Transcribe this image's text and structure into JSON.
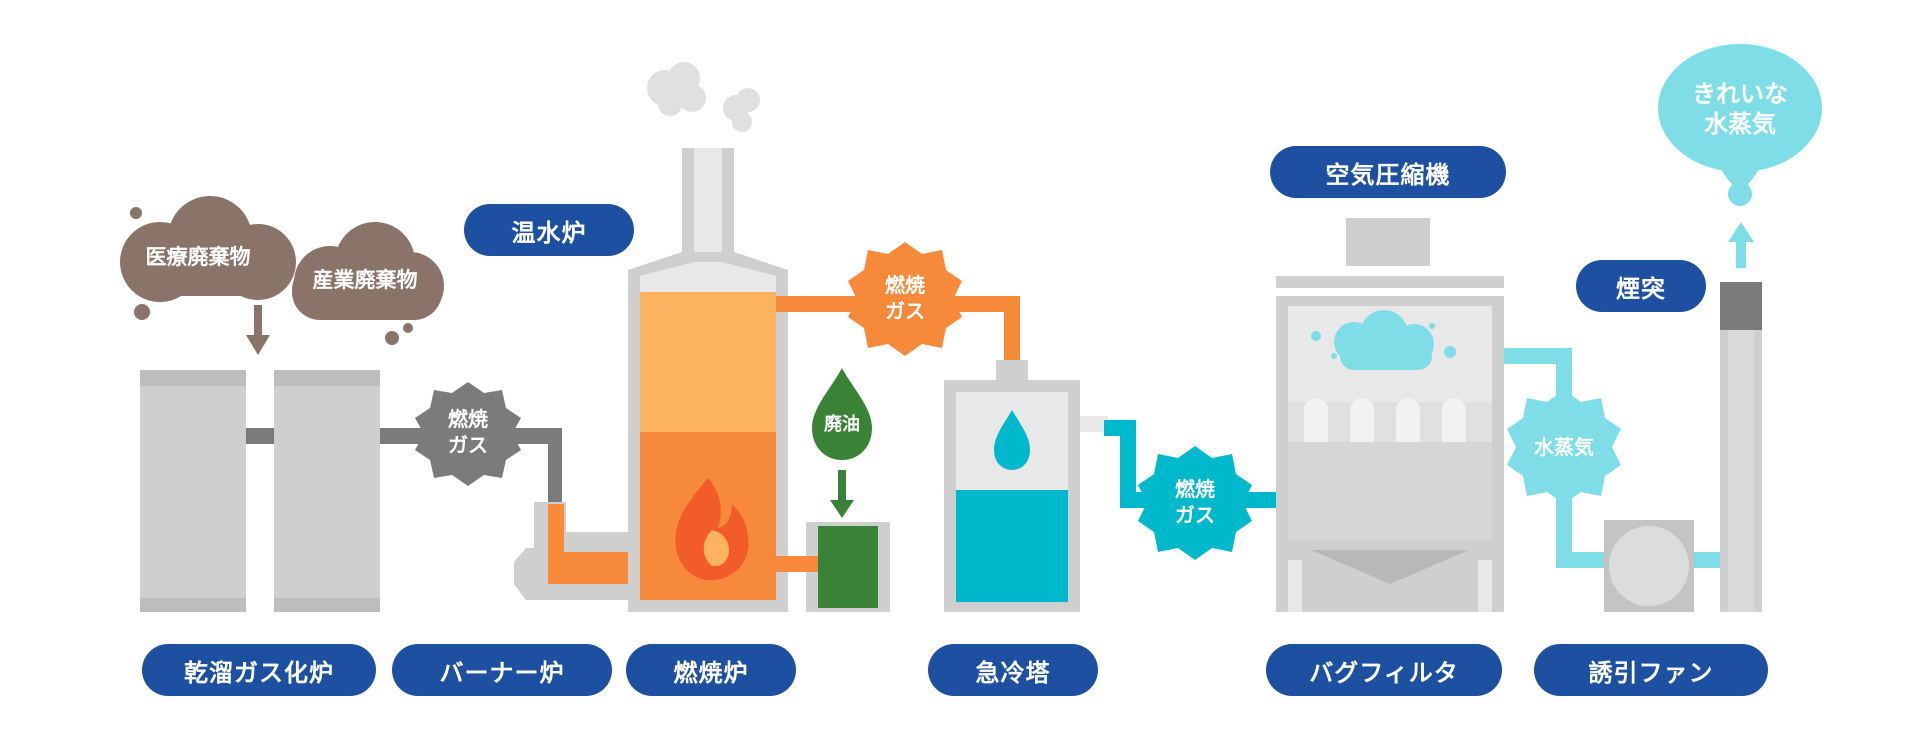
{
  "labels": {
    "medical_waste": "医療廃棄物",
    "industrial_waste": "産業廃棄物",
    "combustion_gas_1": [
      "燃焼",
      "ガス"
    ],
    "combustion_gas_2": [
      "燃焼",
      "ガス"
    ],
    "combustion_gas_3": [
      "燃焼",
      "ガス"
    ],
    "waste_oil": "廃油",
    "water_vapor": "水蒸気",
    "clean_vapor": [
      "きれいな",
      "水蒸気"
    ]
  },
  "equipment": {
    "hot_water_boiler": "温水炉",
    "air_compressor": "空気圧縮機",
    "chimney": "煙突"
  },
  "stages": {
    "dry_distillation_furnace": "乾溜ガス化炉",
    "burner_furnace": "バーナー炉",
    "incinerator": "燃焼炉",
    "quench_tower": "急冷塔",
    "bag_filter": "バグフィルタ",
    "induced_draft_fan": "誘引ファン"
  },
  "colors": {
    "label_blue": "#1e50a2",
    "waste_brown": "#8a7368",
    "gas_gray": "#7b7b7b",
    "fire_orange": "#f7893a",
    "oil_green": "#3a8236",
    "water_cyan": "#16b8d0",
    "vapor_light_cyan": "#7fdde8",
    "machine_gray": "#cfcfcf"
  }
}
